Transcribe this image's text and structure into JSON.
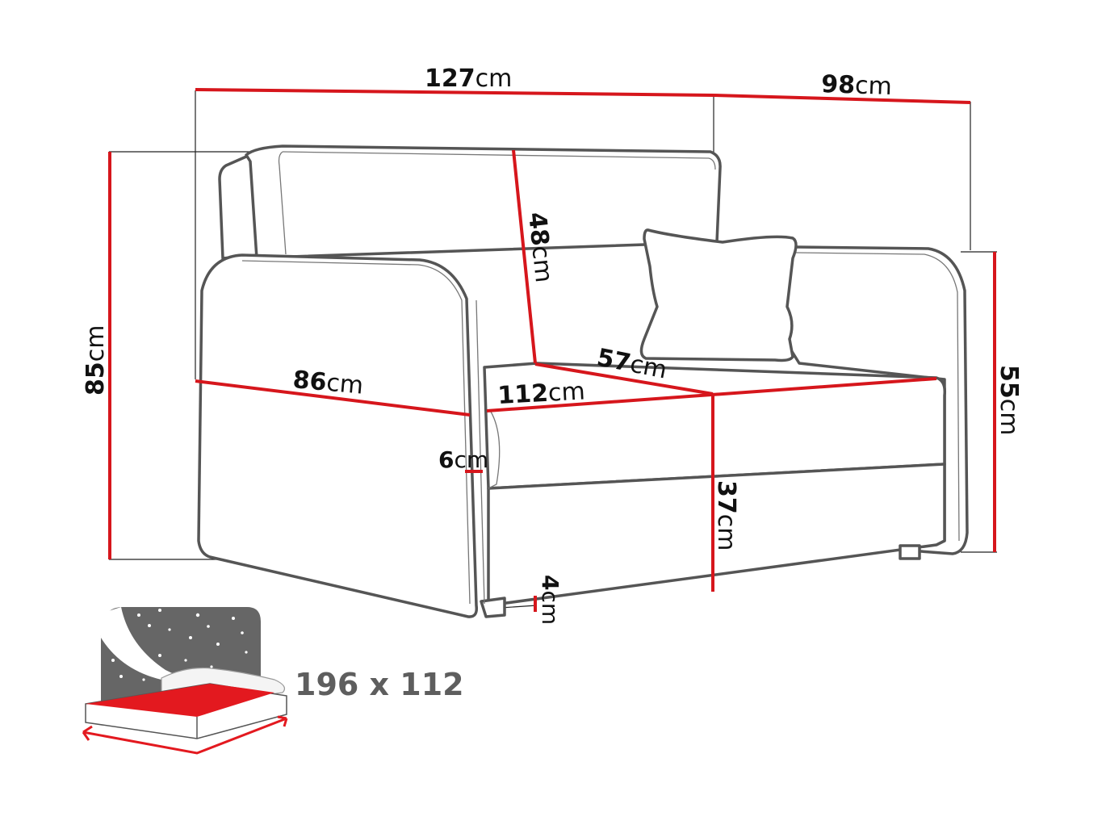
{
  "diagram": {
    "subject": "Sofa bed dimensional drawing",
    "unit": "cm",
    "colors": {
      "dimension_line": "#d6161c",
      "outline": "#555555",
      "bed_icon_gray": "#666666",
      "bed_icon_red": "#e3191f",
      "label_text": "#111111",
      "bed_size_text": "#5e5e5e"
    },
    "dimensions": {
      "overall_width": {
        "value": "127",
        "unit": "cm"
      },
      "overall_depth": {
        "value": "98",
        "unit": "cm"
      },
      "overall_height": {
        "value": "85",
        "unit": "cm"
      },
      "armrest_height": {
        "value": "55",
        "unit": "cm"
      },
      "backrest_height": {
        "value": "48",
        "unit": "cm"
      },
      "armrest_depth": {
        "value": "86",
        "unit": "cm"
      },
      "seat_width": {
        "value": "112",
        "unit": "cm"
      },
      "seat_depth": {
        "value": "57",
        "unit": "cm"
      },
      "armrest_thickness": {
        "value": "6",
        "unit": "cm"
      },
      "seat_height": {
        "value": "37",
        "unit": "cm"
      },
      "leg_height": {
        "value": "4",
        "unit": "cm"
      }
    },
    "sleeping_area": {
      "label": "196 x 112",
      "icon": "bed-icon"
    }
  }
}
